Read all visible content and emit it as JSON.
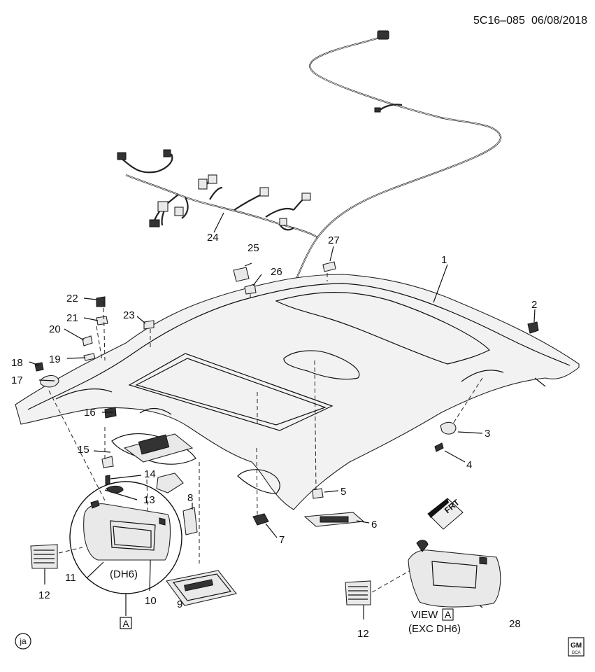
{
  "header": {
    "code": "5C16–085",
    "date": "06/08/2018"
  },
  "callouts": [
    "1",
    "2",
    "3",
    "4",
    "5",
    "6",
    "7",
    "8",
    "9",
    "10",
    "11",
    "12",
    "13",
    "14",
    "15",
    "16",
    "17",
    "18",
    "19",
    "20",
    "21",
    "22",
    "23",
    "24",
    "25",
    "26",
    "27",
    "28",
    "12"
  ],
  "notes": {
    "dh6": "(DH6)",
    "view_box_label": "A",
    "view_word": "VIEW",
    "view_letter": "A",
    "exc_dh6": "(EXC DH6)",
    "frt": "FRT",
    "ja": "ja",
    "gm_top": "GM",
    "gm_bottom": "GCA"
  },
  "icons": [
    "front-direction-arrow-icon",
    "gm-logo-icon"
  ]
}
